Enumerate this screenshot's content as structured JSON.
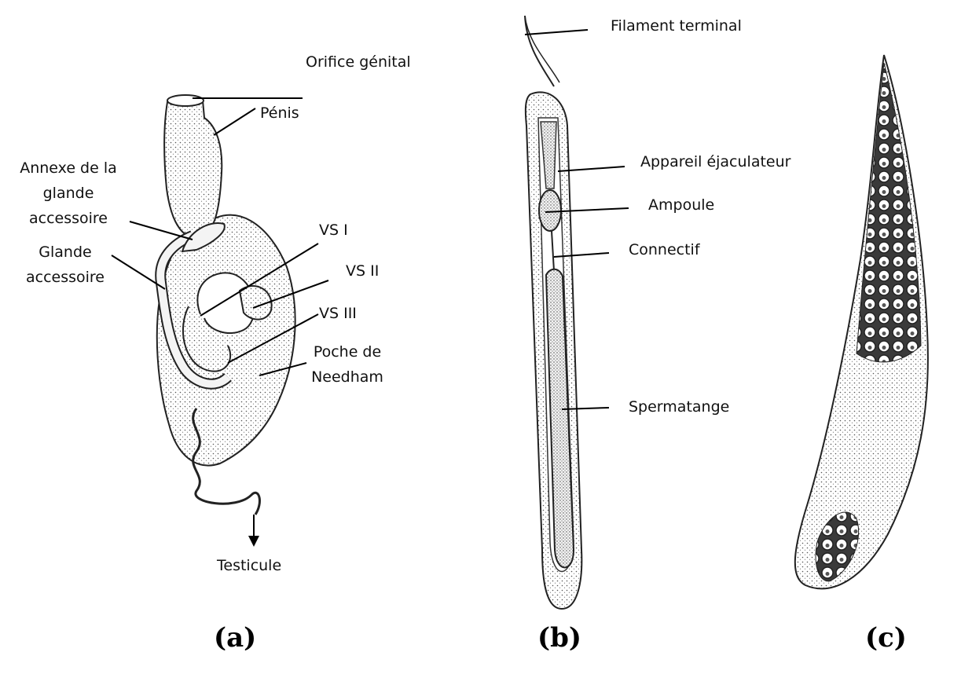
{
  "panel_a": {
    "labels": {
      "orifice": "Orifice génital",
      "penis": "Pénis",
      "annexe_line1": "Annexe de la",
      "annexe_line2": "glande",
      "annexe_line3": "accessoire",
      "glande_line1": "Glande",
      "glande_line2": "accessoire",
      "vs1": "VS I",
      "vs2": "VS II",
      "vs3": "VS III",
      "poche_line1": "Poche de",
      "poche_line2": "Needham",
      "testicule": "Testicule"
    },
    "caption": "(a)"
  },
  "panel_b": {
    "labels": {
      "filament": "Filament terminal",
      "appareil": "Appareil éjaculateur",
      "ampoule": "Ampoule",
      "connectif": "Connectif",
      "spermatange": "Spermatange"
    },
    "caption": "(b)"
  },
  "panel_c": {
    "caption": "(c)"
  },
  "colors": {
    "ink": "#111111",
    "fill": "#ececec",
    "background": "#ffffff"
  }
}
